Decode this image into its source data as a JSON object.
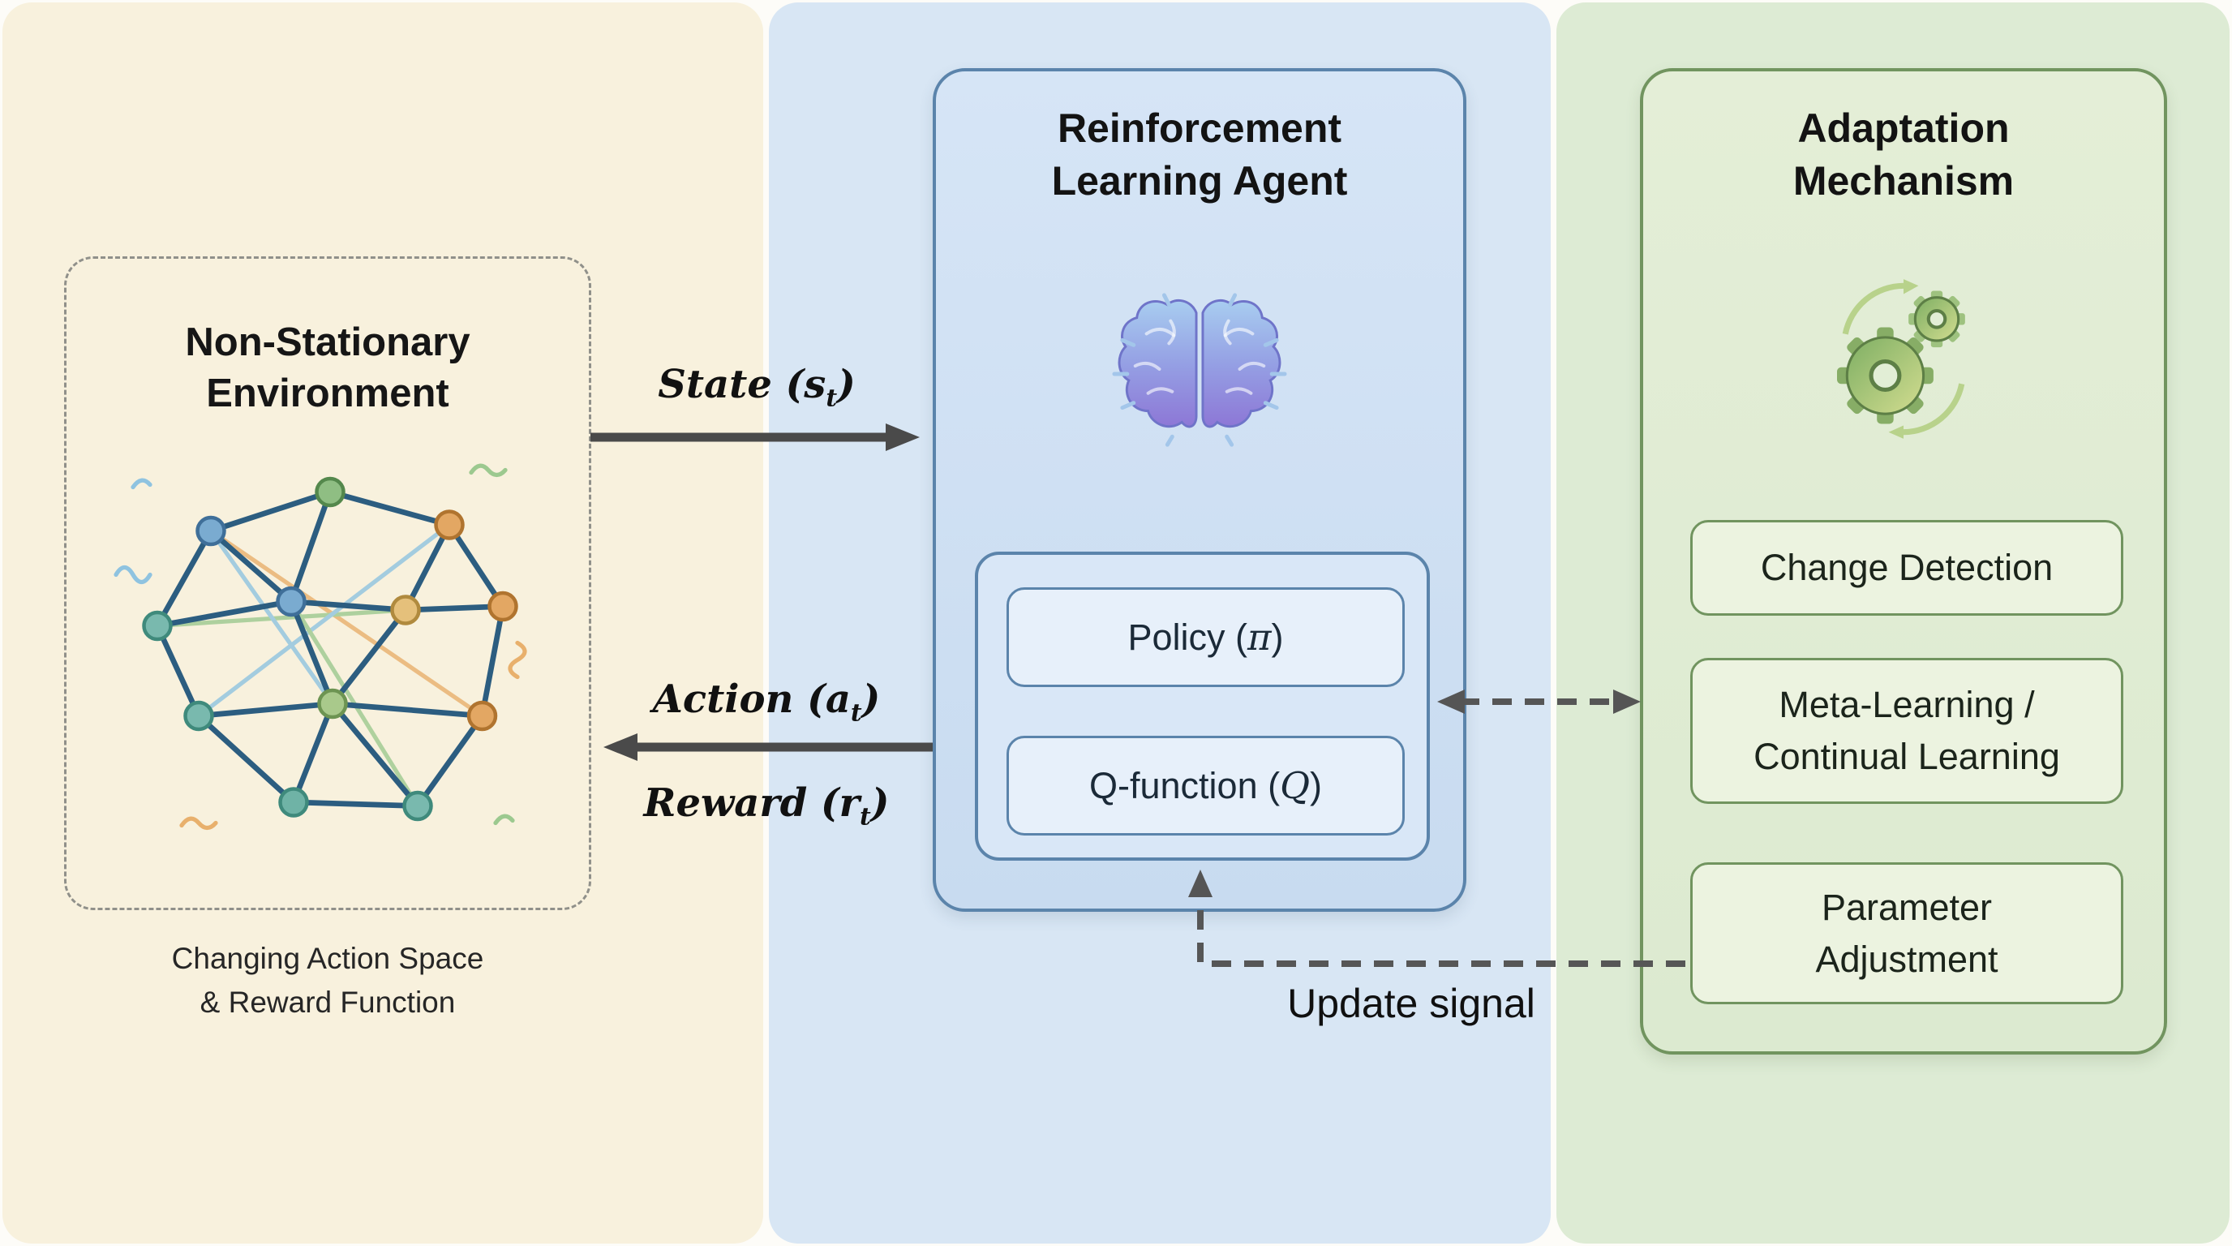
{
  "environment": {
    "title_line1": "Non-Stationary",
    "title_line2": "Environment",
    "caption_line1": "Changing Action Space",
    "caption_line2": "& Reward Function",
    "icon": "network-graph-icon"
  },
  "agent": {
    "title_line1": "Reinforcement",
    "title_line2": "Learning Agent",
    "icon": "brain-icon",
    "policy": {
      "pre": "Policy (",
      "var": "π",
      "post": ")"
    },
    "qfunction": {
      "pre": "Q-function (",
      "var": "Q",
      "post": ")"
    }
  },
  "adaptation": {
    "title_line1": "Adaptation",
    "title_line2": "Mechanism",
    "icon": "gears-icon",
    "change_detection": "Change Detection",
    "meta_learning_line1": "Meta-Learning /",
    "meta_learning_line2": "Continual Learning",
    "parameter_line1": "Parameter",
    "parameter_line2": "Adjustment"
  },
  "arrows": {
    "state": {
      "pre": "State (s",
      "sub": "t",
      "post": ")"
    },
    "action": {
      "pre": "Action (a",
      "sub": "t",
      "post": ")"
    },
    "reward": {
      "pre": "Reward (r",
      "sub": "t",
      "post": ")"
    },
    "update_signal": "Update signal"
  },
  "colors": {
    "environment_panel": "#f8f1dd",
    "agent_panel": "#d8e6f4",
    "adaptation_panel": "#ddebd4",
    "agent_border": "#5b84ab",
    "adaptation_border": "#71945f",
    "arrow": "#4a4a4a"
  }
}
